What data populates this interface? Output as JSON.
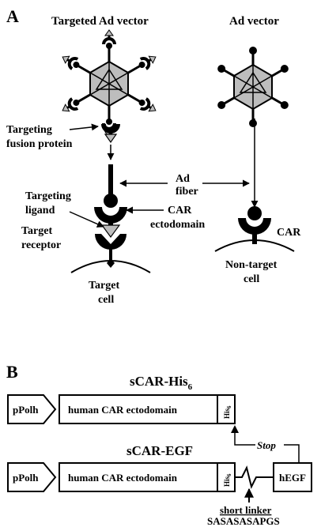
{
  "panel_a": {
    "letter": "A",
    "targeted_vector_title": "Targeted Ad vector",
    "ad_vector_title": "Ad vector",
    "targeting_fusion_protein_line1": "Targeting",
    "targeting_fusion_protein_line2": "fusion protein",
    "ad_fiber_line1": "Ad",
    "ad_fiber_line2": "fiber",
    "targeting_ligand_line1": "Targeting",
    "targeting_ligand_line2": "ligand",
    "car_ectodomain_line1": "CAR",
    "car_ectodomain_line2": "ectodomain",
    "target_receptor_line1": "Target",
    "target_receptor_line2": "receptor",
    "car": "CAR",
    "target_cell_line1": "Target",
    "target_cell_line2": "cell",
    "non_target_cell_line1": "Non-target",
    "non_target_cell_line2": "cell"
  },
  "panel_b": {
    "letter": "B",
    "construct1_name": "sCAR-His",
    "construct1_sub": "6",
    "construct2_name": "sCAR-EGF",
    "promoter": "pPolh",
    "domain": "human CAR ectodomain",
    "his_tag": "His",
    "his_sub": "6",
    "stop": "Stop",
    "hegf": "hEGF",
    "linker_label": "short linker",
    "linker_seq": "SASASASAPGS"
  }
}
